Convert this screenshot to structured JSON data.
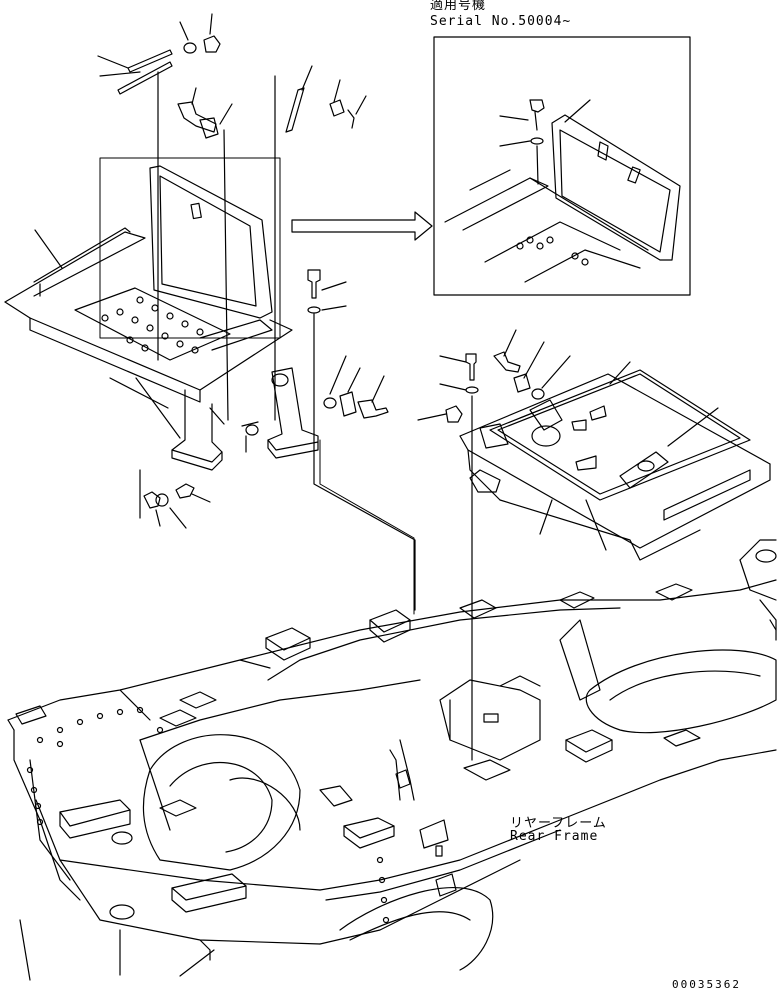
{
  "inset": {
    "applicable_label": "適用号機",
    "serial": "Serial No.50004~"
  },
  "rear_frame": {
    "label_jp": "リヤーフレーム",
    "label_en": "Rear Frame"
  },
  "document_number": "00035362"
}
